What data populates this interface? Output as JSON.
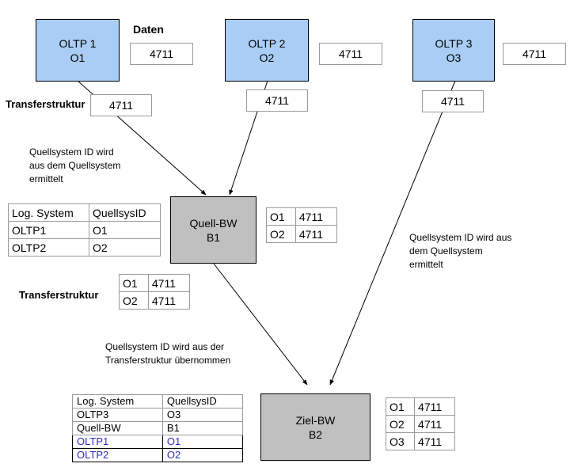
{
  "systems": {
    "oltp1": {
      "line1": "OLTP 1",
      "line2": "O1"
    },
    "oltp2": {
      "line1": "OLTP 2",
      "line2": "O2"
    },
    "oltp3": {
      "line1": "OLTP 3",
      "line2": "O3"
    },
    "quell_bw": {
      "line1": "Quell-BW",
      "line2": "B1"
    },
    "ziel_bw": {
      "line1": "Ziel-BW",
      "line2": "B2"
    }
  },
  "labels": {
    "daten": "Daten",
    "transfer1": "Transferstruktur",
    "transfer2": "Transferstruktur"
  },
  "notes": {
    "note1": [
      "Quellsystem ID wird",
      "aus dem Quellsystem",
      "ermittelt"
    ],
    "note2": [
      "Quellsystem ID wird aus",
      "dem Quellsystem",
      "ermittelt"
    ],
    "note3": [
      "Quellsystem ID wird aus der",
      "Transferstruktur übernommen"
    ]
  },
  "values": {
    "daten1": "4711",
    "daten2": "4711",
    "daten3": "4711",
    "transfer_o1": "4711",
    "transfer_o2": "4711",
    "transfer_o3": "4711"
  },
  "tables": {
    "quell_mapping": {
      "headers": [
        "Log. System",
        "QuellsysID"
      ],
      "rows": [
        [
          "OLTP1",
          "O1"
        ],
        [
          "OLTP2",
          "O2"
        ]
      ]
    },
    "quell_data": [
      [
        "O1",
        "4711"
      ],
      [
        "O2",
        "4711"
      ]
    ],
    "transfer_b1": [
      [
        "O1",
        "4711"
      ],
      [
        "O2",
        "4711"
      ]
    ],
    "ziel_mapping": {
      "headers": [
        "Log. System",
        "QuellsysID"
      ],
      "rows": [
        [
          "OLTP3",
          "O3"
        ],
        [
          "Quell-BW",
          "B1"
        ],
        [
          "OLTP1",
          "O1"
        ],
        [
          "OLTP2",
          "O2"
        ]
      ]
    },
    "ziel_data": [
      [
        "O1",
        "4711"
      ],
      [
        "O2",
        "4711"
      ],
      [
        "O3",
        "4711"
      ]
    ]
  },
  "colors": {
    "oltp_fill": "#a9cdf4",
    "bw_fill": "#c0c0c0",
    "highlight_text": "#2f2fbf"
  }
}
